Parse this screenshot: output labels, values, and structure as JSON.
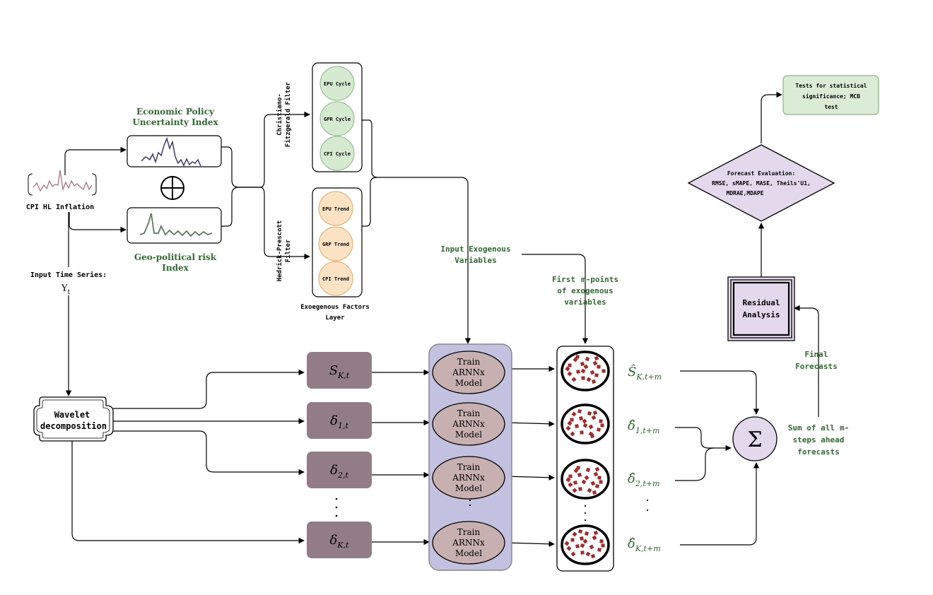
{
  "inputs": {
    "cpi_label": "CPI HL Inflation",
    "epu_title_1": "Economic Policy",
    "epu_title_2": "Uncertainty Index",
    "gpr_title_1": "Geo-political risk",
    "gpr_title_2": "Index",
    "input_series_label": "Input Time Series:",
    "input_series_symbol": "Y",
    "input_series_sub": "t"
  },
  "filters": {
    "cf_label_1": "Christiano-",
    "cf_label_2": "Fitzgerald Filter",
    "hp_label_1": "Hedrick-Prescott",
    "hp_label_2": "Filter",
    "cycles": [
      "EPU Cycle",
      "GPR Cycle",
      "CPI Cycle"
    ],
    "trends": [
      "EPU Trend",
      "GRP Trend",
      "CPI Trend"
    ],
    "layer_label_1": "Exoegenous Factors",
    "layer_label_2": "Layer"
  },
  "exogenous": {
    "input_label_1": "Input Exogenous",
    "input_label_2": "Variables",
    "first_points_1a": "First",
    "first_points_1b": "m-points",
    "first_points_2": "of exogenous",
    "first_points_3": "variables"
  },
  "wavelet": {
    "label_1": "Wavelet",
    "label_2": "decomposition",
    "components": [
      {
        "base": "S",
        "sub": "K,t"
      },
      {
        "base": "δ",
        "sub": "1,t"
      },
      {
        "base": "δ",
        "sub": "2,t"
      },
      {
        "base": "δ",
        "sub": "K,t"
      }
    ]
  },
  "model": {
    "labels": [
      [
        "Train",
        "ARNNx",
        "Model"
      ],
      [
        "Train",
        "ARNNx",
        "Model"
      ],
      [
        "Train",
        "ARNNx",
        "Model"
      ],
      [
        "Train",
        "ARNNx",
        "Model"
      ]
    ]
  },
  "forecasts": [
    {
      "base": "Ŝ",
      "sub": "K,t+m"
    },
    {
      "base": "δ̂",
      "sub": "1,t+m"
    },
    {
      "base": "δ̂",
      "sub": "2,t+m"
    },
    {
      "base": "δ̂",
      "sub": "K,t+m"
    }
  ],
  "aggregation": {
    "sigma": "Σ",
    "sum_1a": "Sum of all",
    "sum_1b": "m-",
    "sum_2": "steps ahead",
    "sum_3": "forecasts",
    "final_1": "Final",
    "final_2": "Forecasts"
  },
  "evaluation": {
    "residual_1": "Residual",
    "residual_2": "Analysis",
    "eval_1": "Forecast Evaluation:",
    "eval_2": "RMSE, sMAPE, MASE, Theils'U1,",
    "eval_3": "MDRAE,MDAPE",
    "tests_1": "Tests for statistical",
    "tests_2": "significance; MCB",
    "tests_3": "test"
  },
  "colors": {
    "accent_green": "#2e6b2e",
    "component_box": "#927d87",
    "model_panel": "#c2c1e0",
    "model_ellipse": "#c8b0b0",
    "cycle_fill": "#d6ead2",
    "trend_fill": "#fbe2c4",
    "eval_fill": "#e3d8ec",
    "tests_fill": "#dcebd6",
    "dot_red": "#a52a2a",
    "cpi_line": "#b07080",
    "epu_line": "#3d3a66",
    "gpr_line": "#5c7a62"
  }
}
